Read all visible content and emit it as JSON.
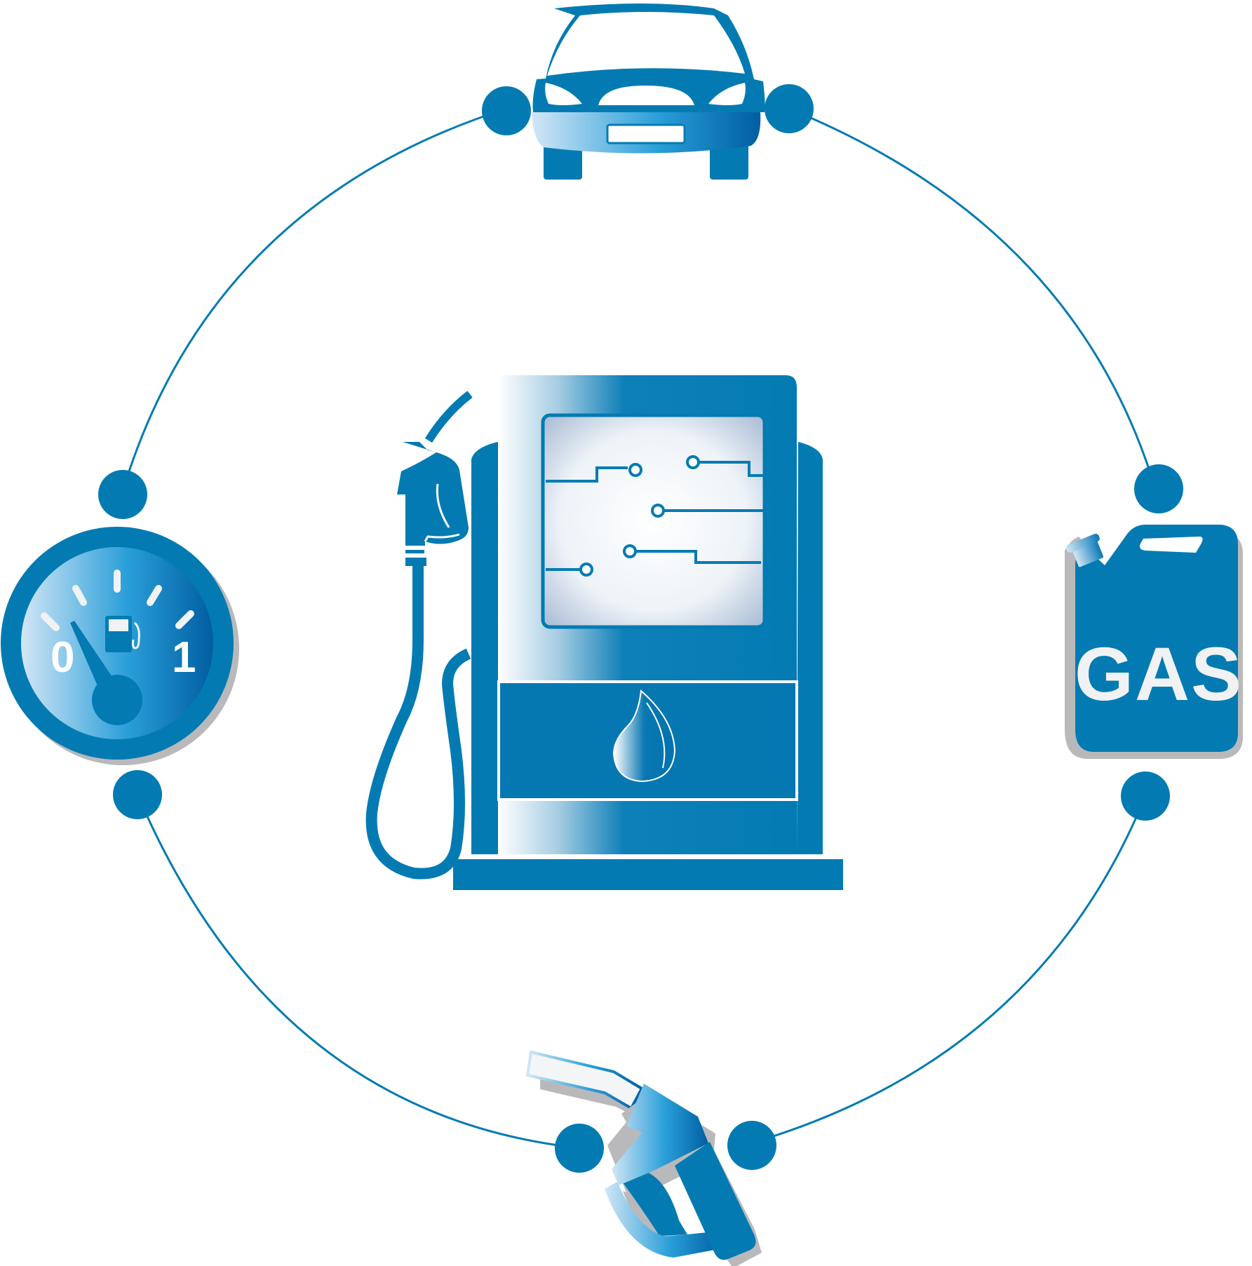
{
  "diagram": {
    "type": "icon-cycle",
    "center": {
      "name": "fuel-pump-station",
      "label": ""
    },
    "nodes": [
      {
        "id": "car",
        "icon": "car-icon",
        "position": "top"
      },
      {
        "id": "jerrycan",
        "icon": "jerrycan-icon",
        "position": "right",
        "label": "GAS"
      },
      {
        "id": "nozzle",
        "icon": "fuel-nozzle-icon",
        "position": "bottom"
      },
      {
        "id": "gauge",
        "icon": "fuel-gauge-icon",
        "position": "left",
        "min_label": "0",
        "max_label": "1"
      }
    ],
    "connectors": "circular-ring-with-dot-joints",
    "joint_dots": 8
  },
  "gauge": {
    "min_label": "0",
    "max_label": "1"
  },
  "jerrycan": {
    "label": "GAS"
  },
  "colors": {
    "primary": "#037bb2",
    "dark": "#0068a8",
    "light": "#c8dff2",
    "screen_light": "#f5f8fb",
    "screen_edge": "#aebfd6",
    "shadow": "#b9b9bb",
    "text_light": "#f1f2f4"
  }
}
